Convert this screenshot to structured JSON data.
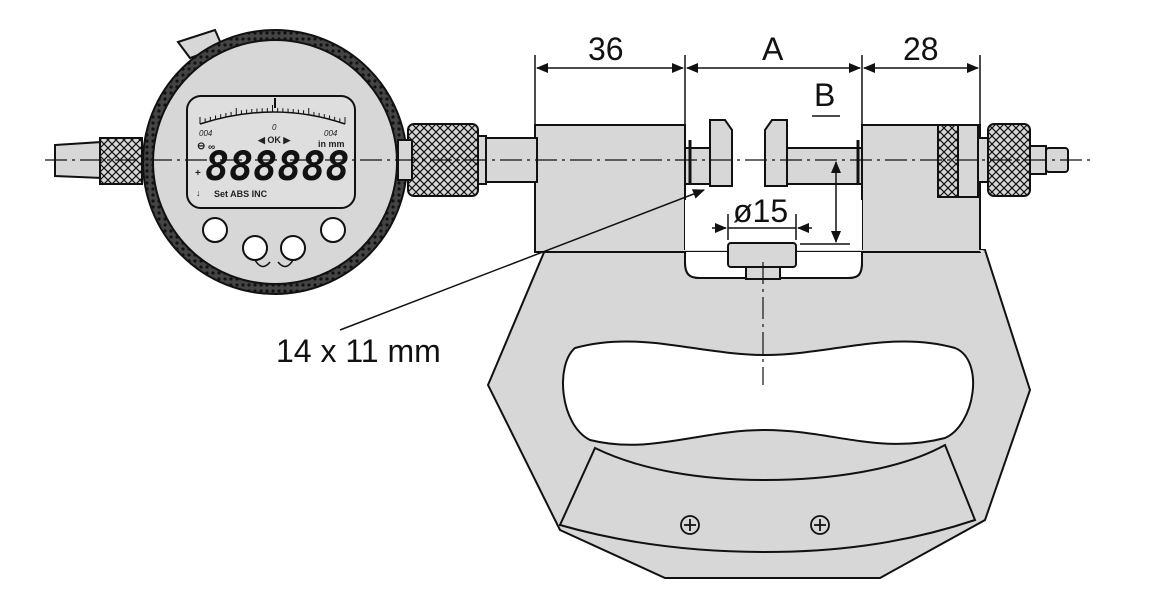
{
  "dimensions": {
    "left_width": "36",
    "middle_width": "A",
    "right_width": "28",
    "depth": "B",
    "anvil_diameter": "ø15"
  },
  "callout": {
    "text": "14 x 11 mm"
  },
  "display": {
    "digits": "888888",
    "sign": "+",
    "left_scale": "004",
    "right_scale": "004",
    "center_scale": "0",
    "ok_label": "◀ OK ▶",
    "unit_label": "in mm",
    "mode_labels": "Set  ABS INC",
    "infinity": "∞"
  },
  "colors": {
    "body_fill": "#d7d7d7",
    "outline": "#111111",
    "lcd_fill": "#dedede",
    "background": "#ffffff"
  }
}
